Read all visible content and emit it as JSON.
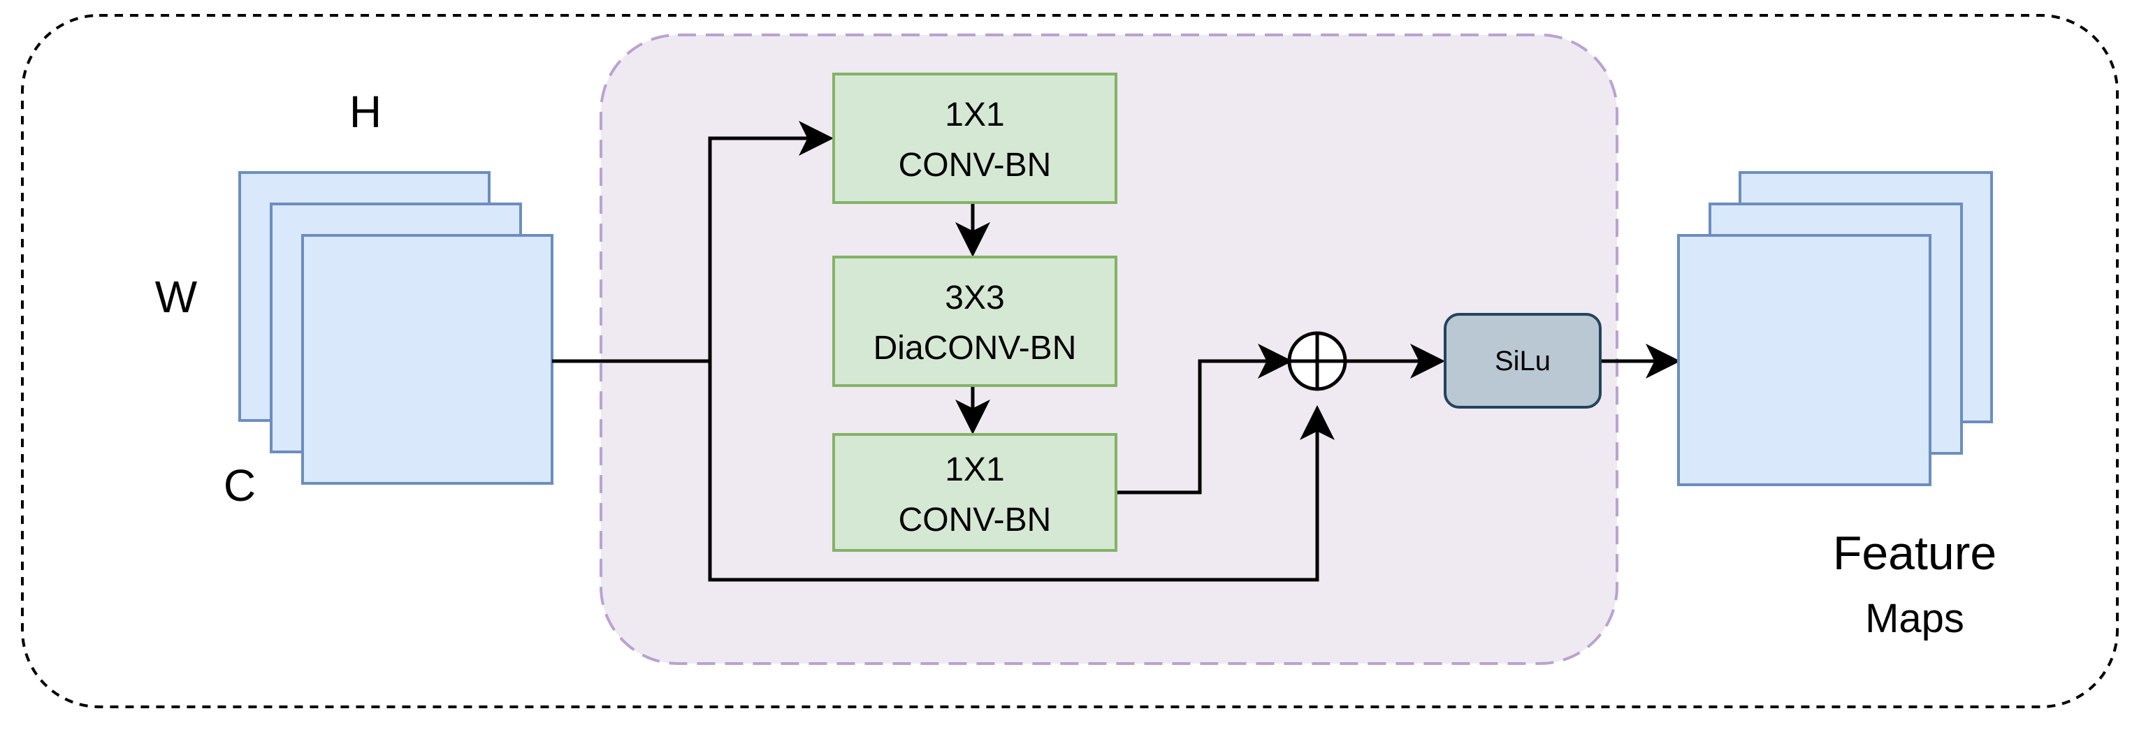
{
  "labels": {
    "height": "H",
    "width": "W",
    "channels": "C",
    "output_line1": "Feature",
    "output_line2": "Maps"
  },
  "blocks": [
    {
      "id": "conv1",
      "line1": "1X1",
      "line2": "CONV-BN"
    },
    {
      "id": "conv3",
      "line1": "3X3",
      "line2": "DiaCONV-BN"
    },
    {
      "id": "conv2",
      "line1": "1X1",
      "line2": "CONV-BN"
    }
  ],
  "activation": {
    "label": "SiLu"
  },
  "colors": {
    "feature_fill": "#dae8fc",
    "feature_stroke": "#6c8ebf",
    "block_fill": "#d5e8d4",
    "block_stroke": "#82b366",
    "module_fill": "#efe9f2",
    "module_stroke": "#b9a3cf",
    "activation_fill": "#bac8d3",
    "activation_stroke": "#23445d",
    "outer_border": "#000000"
  },
  "icons": {
    "sum_node": "circle-plus-icon"
  }
}
